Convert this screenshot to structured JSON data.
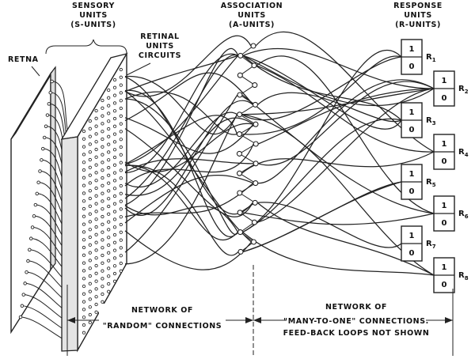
{
  "labels": {
    "sensory": [
      "SENSORY",
      "UNITS",
      "(S-UNITS)"
    ],
    "retinal": [
      "RETINAL",
      "UNITS",
      "CIRCUITS"
    ],
    "retna": "RETNA",
    "association": [
      "ASSOCIATION",
      "UNITS",
      "(A-UNITS)"
    ],
    "response": [
      "RESPONSE",
      "UNITS",
      "(R-UNITS)"
    ],
    "network_random": [
      "NETWORK OF",
      "\"RANDOM\" CONNECTIONS"
    ],
    "network_many": [
      "NETWORK OF",
      "\"MANY-TO-ONE\" CONNECTIONS.",
      "FEED-BACK LOOPS NOT SHOWN"
    ]
  },
  "response_units": [
    {
      "name": "R",
      "sub": "1",
      "top": "1",
      "bottom": "0"
    },
    {
      "name": "R",
      "sub": "2",
      "top": "1",
      "bottom": "0"
    },
    {
      "name": "R",
      "sub": "3",
      "top": "1",
      "bottom": "0"
    },
    {
      "name": "R",
      "sub": "4",
      "top": "1",
      "bottom": "0"
    },
    {
      "name": "R",
      "sub": "5",
      "top": "1",
      "bottom": "0"
    },
    {
      "name": "R",
      "sub": "6",
      "top": "1",
      "bottom": "0"
    },
    {
      "name": "R",
      "sub": "7",
      "top": "1",
      "bottom": "0"
    },
    {
      "name": "R",
      "sub": "8",
      "top": "1",
      "bottom": "0"
    }
  ]
}
